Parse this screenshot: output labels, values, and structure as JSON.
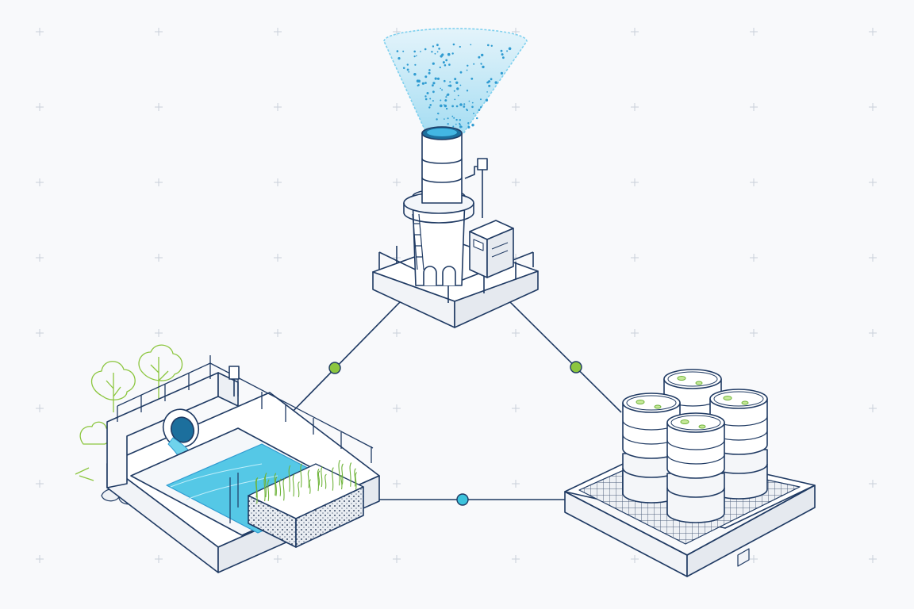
{
  "diagram": {
    "nodes": [
      {
        "name": "stack",
        "icon": "emission-stack-icon"
      },
      {
        "name": "wetland",
        "icon": "stormwater-wetland-icon"
      },
      {
        "name": "drums",
        "icon": "drum-storage-icon"
      }
    ],
    "connections": [
      {
        "from": "stack",
        "to": "wetland",
        "marker_color": "#8cc63f"
      },
      {
        "from": "stack",
        "to": "drums",
        "marker_color": "#8cc63f"
      },
      {
        "from": "wetland",
        "to": "drums",
        "marker_color": "#3cc3dc"
      }
    ]
  },
  "colors": {
    "line": "#1f3a63",
    "water": "#55c8e6",
    "spray": "#37a8d8",
    "vegetation": "#8cc63f",
    "background": "#f8f9fb"
  }
}
